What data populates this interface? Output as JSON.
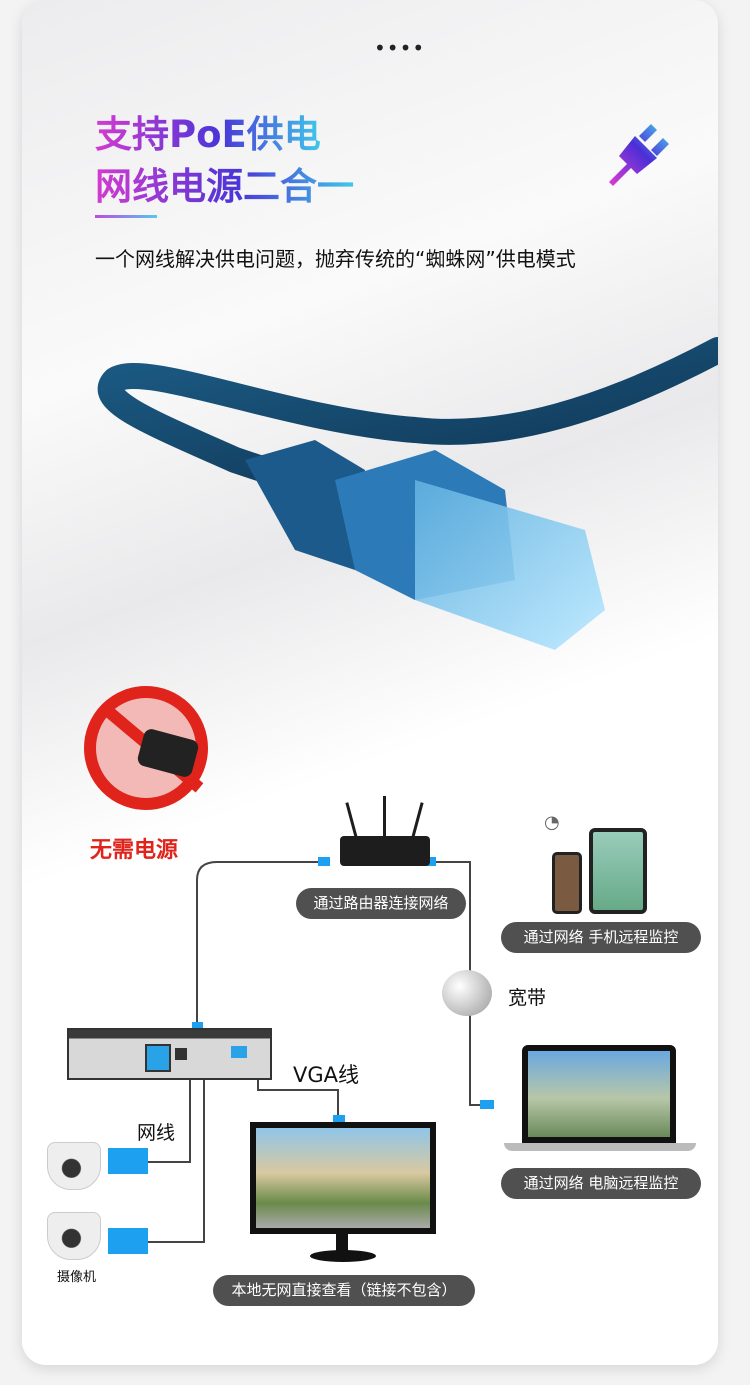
{
  "header": {
    "menu_dots": "••••",
    "title_line1": "支持PoE供电",
    "title_line2": "网线电源二合一",
    "subtitle": "一个网线解决供电问题，抛弃传统的“蜘蛛网”供电模式"
  },
  "no_power": {
    "label": "无需电源"
  },
  "diagram": {
    "router_label": "通过路由器连接网络",
    "phone_label": "通过网络 手机远程监控",
    "broadband_label": "宽带",
    "pc_label": "通过网络 电脑远程监控",
    "vga_label": "VGA线",
    "cable_label": "网线",
    "camera_label": "摄像机",
    "monitor_label": "本地无网直接查看（链接不包含）"
  },
  "colors": {
    "accent_blue": "#1ea0f0",
    "red": "#e0241c",
    "pill": "#505050"
  }
}
